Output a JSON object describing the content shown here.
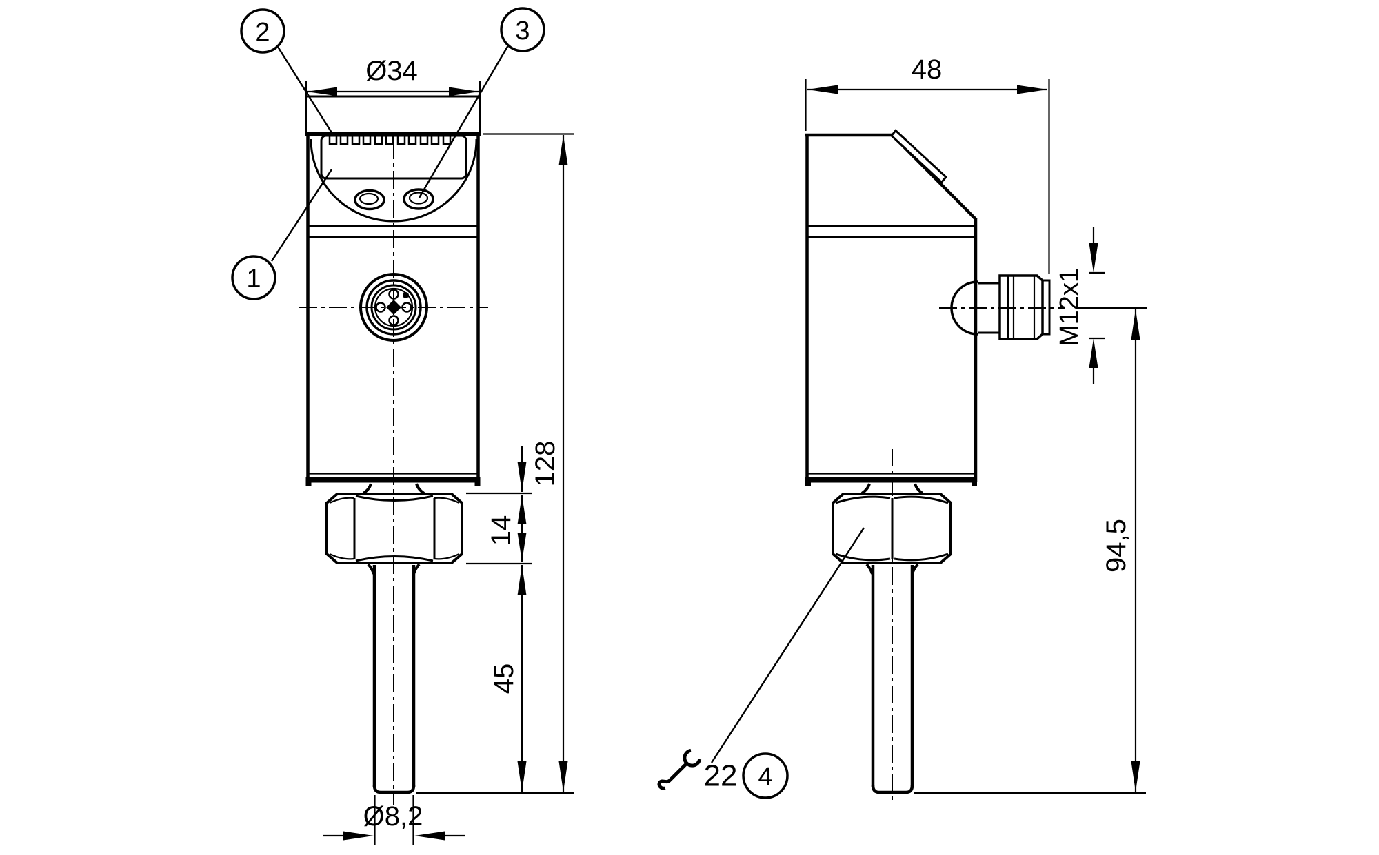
{
  "drawing": {
    "title": "sensor-dimensional-drawing",
    "background": "#ffffff",
    "ink": "#000000"
  },
  "dimensions": {
    "head_diameter": "Ø34",
    "overall_length": "128",
    "nut_height": "14",
    "probe_length": "45",
    "probe_diameter": "Ø8,2",
    "housing_depth": "48",
    "connector_thread": "M12x1",
    "tip_to_connector_axis": "94,5",
    "wrench_size": "22"
  },
  "callouts": {
    "display": "1",
    "housing_head": "2",
    "pushbutton": "3",
    "wrench_flats": "4"
  }
}
